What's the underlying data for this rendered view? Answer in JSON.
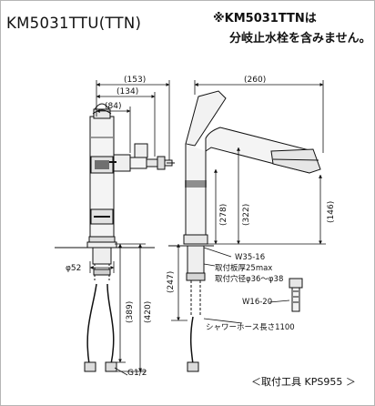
{
  "title": "KM5031TTU(TTN)",
  "notes": [
    "※KM5031TTNは",
    "分岐止水栓を含みません。"
  ],
  "tools_note": "＜取付工具 KPS955 ＞",
  "dimensions": {
    "d153": "(153)",
    "d134": "(134)",
    "d84": "(84)",
    "d260": "(260)",
    "d278": "(278)",
    "d322": "(322)",
    "d146": "(146)",
    "d389": "(389)",
    "d420": "(420)",
    "d247": "(247)",
    "phi52": "φ52"
  },
  "labels": {
    "w35": "W35-16",
    "plate": "取付板厚25max",
    "hole": "取付穴径φ36～φ38",
    "w16": "W16-20",
    "hose": "シャワーホース長さ1100",
    "g12": "G1/2"
  }
}
